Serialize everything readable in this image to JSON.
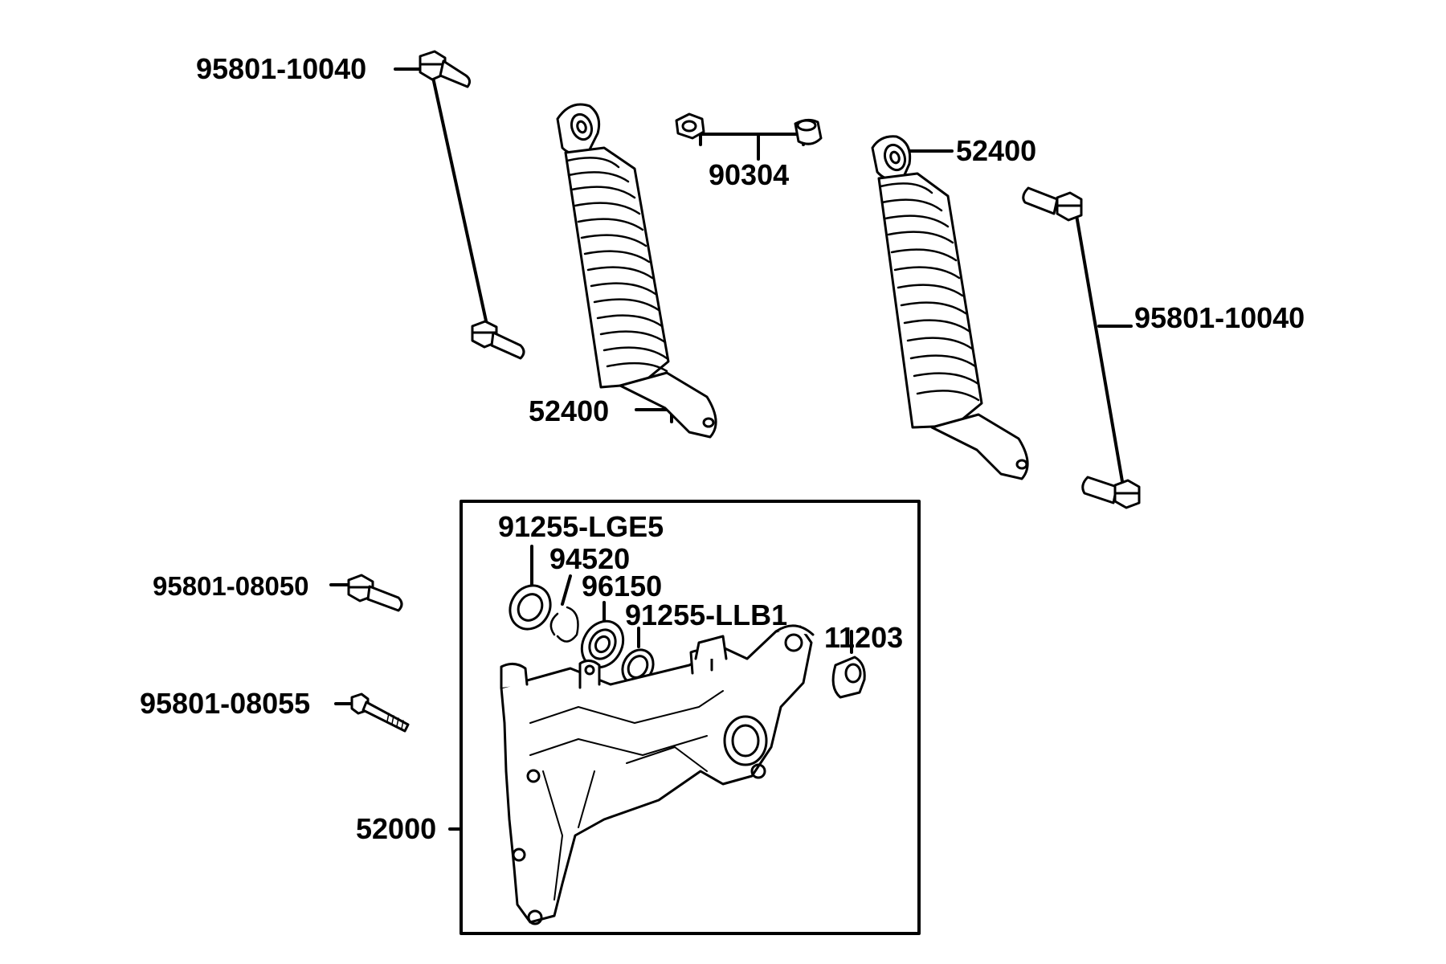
{
  "diagram": {
    "labels": {
      "bolt_top_left": "95801-10040",
      "nut_pair": "90304",
      "shock_right_top": "52400",
      "bolt_right": "95801-10040",
      "shock_left_bottom": "52400",
      "oil_seal": "91255-LGE5",
      "circlip": "94520",
      "bearing": "96150",
      "seal_small": "91255-LLB1",
      "bushing": "11203",
      "bolt_08050": "95801-08050",
      "bolt_08055": "95801-08055",
      "swing_arm": "52000"
    },
    "colors": {
      "ink": "#000000",
      "paper": "#ffffff"
    }
  }
}
